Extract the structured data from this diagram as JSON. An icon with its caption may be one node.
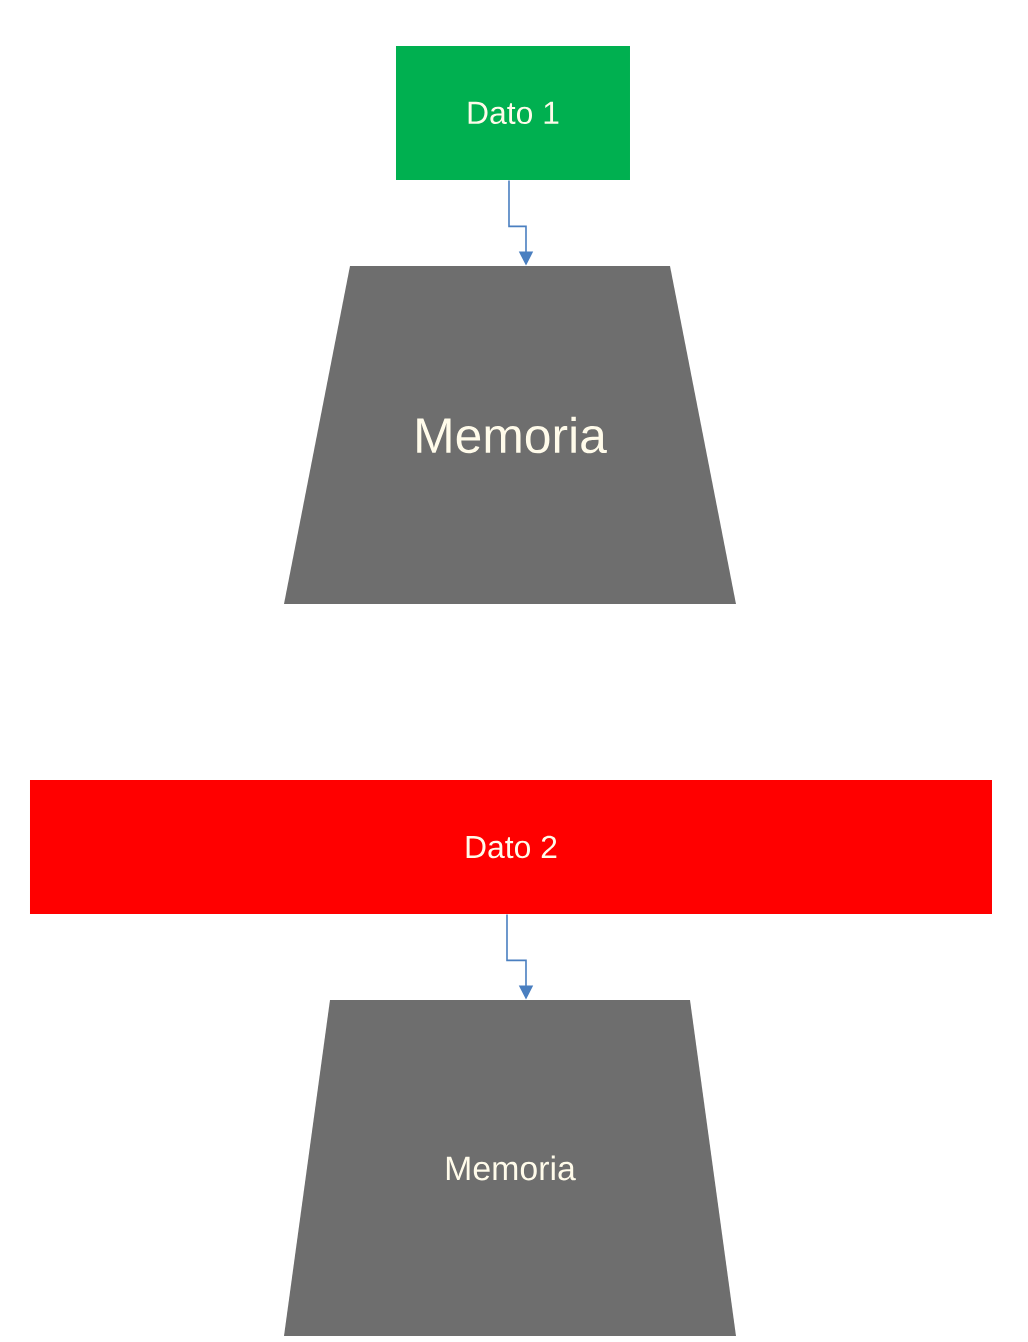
{
  "diagram": {
    "nodes": [
      {
        "text": [
          "Dato 1"
        ]
      },
      {
        "text": [
          "Memoria"
        ]
      },
      {
        "text": [
          "Dato 2"
        ]
      },
      {
        "text": [
          "Memoria"
        ]
      }
    ],
    "edges": [
      {
        "from": 0,
        "to": 1,
        "arrow": "to"
      },
      {
        "from": 2,
        "to": 3,
        "arrow": "to"
      }
    ]
  }
}
